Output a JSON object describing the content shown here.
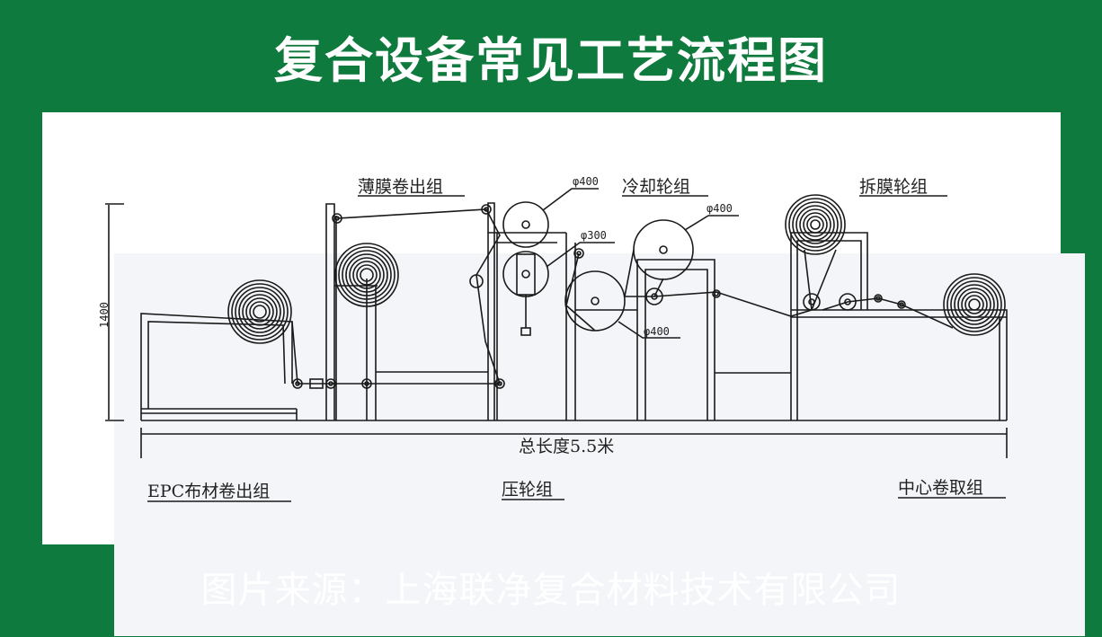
{
  "title": "复合设备常见工艺流程图",
  "diagram": {
    "labels": {
      "film_unwind": "薄膜卷出组",
      "cooling": "冷却轮组",
      "peel": "拆膜轮组",
      "epc_unwind": "EPC布材卷出组",
      "press": "压轮组",
      "center_winder": "中心卷取组",
      "total_length": "总长度5.5米",
      "height": "1400"
    },
    "dimensions": {
      "press_top": "φ400",
      "press_bottom": "φ300",
      "cooling_top": "φ400",
      "cooling_bottom": "φ400"
    }
  },
  "footer": "图片来源：上海联净复合材料技术有限公司"
}
